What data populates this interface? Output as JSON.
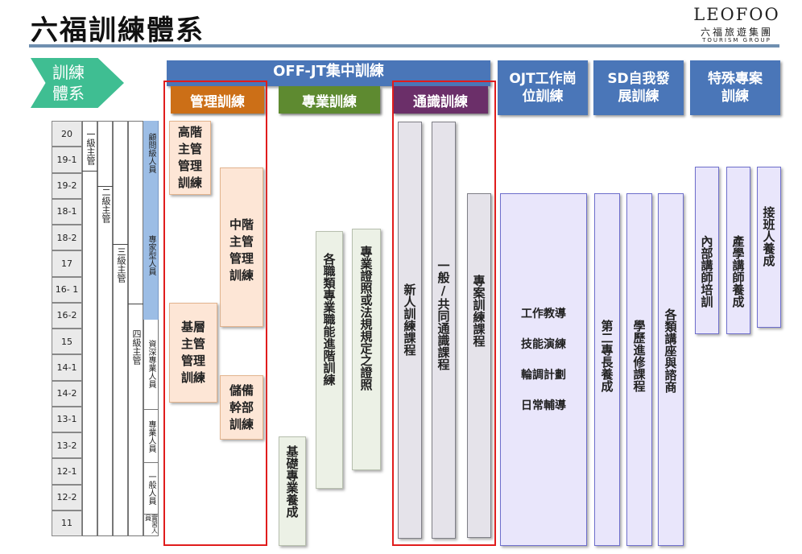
{
  "title": "六福訓練體系",
  "logo": {
    "brand": "LEOFOO",
    "group_cn": "六福旅遊集團",
    "group_en": "TOURISM GROUP"
  },
  "arrow_label": [
    "訓練",
    "體系"
  ],
  "headers": {
    "offjt": "OFF-JT集中訓練",
    "ojt": "OJT工作崗位訓練",
    "sd": "SD自我發展訓練",
    "special": "特殊專案訓練"
  },
  "subheaders": {
    "mgmt": "管理訓練",
    "prof": "專業訓練",
    "general": "通識訓練"
  },
  "levels": [
    "20",
    "19-1",
    "19-2",
    "18-1",
    "18-2",
    "17",
    "16- 1",
    "16-2",
    "15",
    "14-1",
    "14-2",
    "13-1",
    "13-2",
    "12-1",
    "12-2",
    "11"
  ],
  "supervisor_levels": {
    "l1": "一級主管",
    "l2": "二級主管",
    "l3": "三級主管",
    "l4": "四級主管"
  },
  "personnel": {
    "advisor": "顧問級人員",
    "expert": "專家型人員",
    "senior": "資深專業人員",
    "professional": "專業人員",
    "general": "一般人員",
    "trainee": "實習人員"
  },
  "colors": {
    "header_blue": "#4a76b8",
    "mgmt": "#cc6f17",
    "prof": "#5e8a30",
    "general": "#6b2f69",
    "highlight": "#e01c1c",
    "arrow": "#3fbe92"
  },
  "mgmt_boxes": {
    "high": [
      "高階",
      "主管",
      "管理",
      "訓練"
    ],
    "mid": [
      "中階",
      "主管",
      "管理",
      "訓練"
    ],
    "basic": [
      "基層",
      "主管",
      "管理",
      "訓練"
    ],
    "reserve": [
      "儲備",
      "幹部",
      "訓練"
    ]
  },
  "prof_boxes": {
    "basic": "基礎專業養成",
    "advanced": "各職類專業職能進階訓練",
    "license": "專業證照或法規規定之證照"
  },
  "general_boxes": {
    "newcomer": "新人訓練課程",
    "common": "一般/共同通識課程",
    "project": "專案訓練課程"
  },
  "ojt_items": [
    "工作教導",
    "技能演練",
    "輪調計劃",
    "日常輔導"
  ],
  "sd_boxes": {
    "second": "第二專長養成",
    "degree": "學歷進修課程",
    "lectures": "各類講座與諮商"
  },
  "special_boxes": {
    "internal": "內部講師培訓",
    "industry": "產學講師養成",
    "succession": "接班人養成"
  }
}
